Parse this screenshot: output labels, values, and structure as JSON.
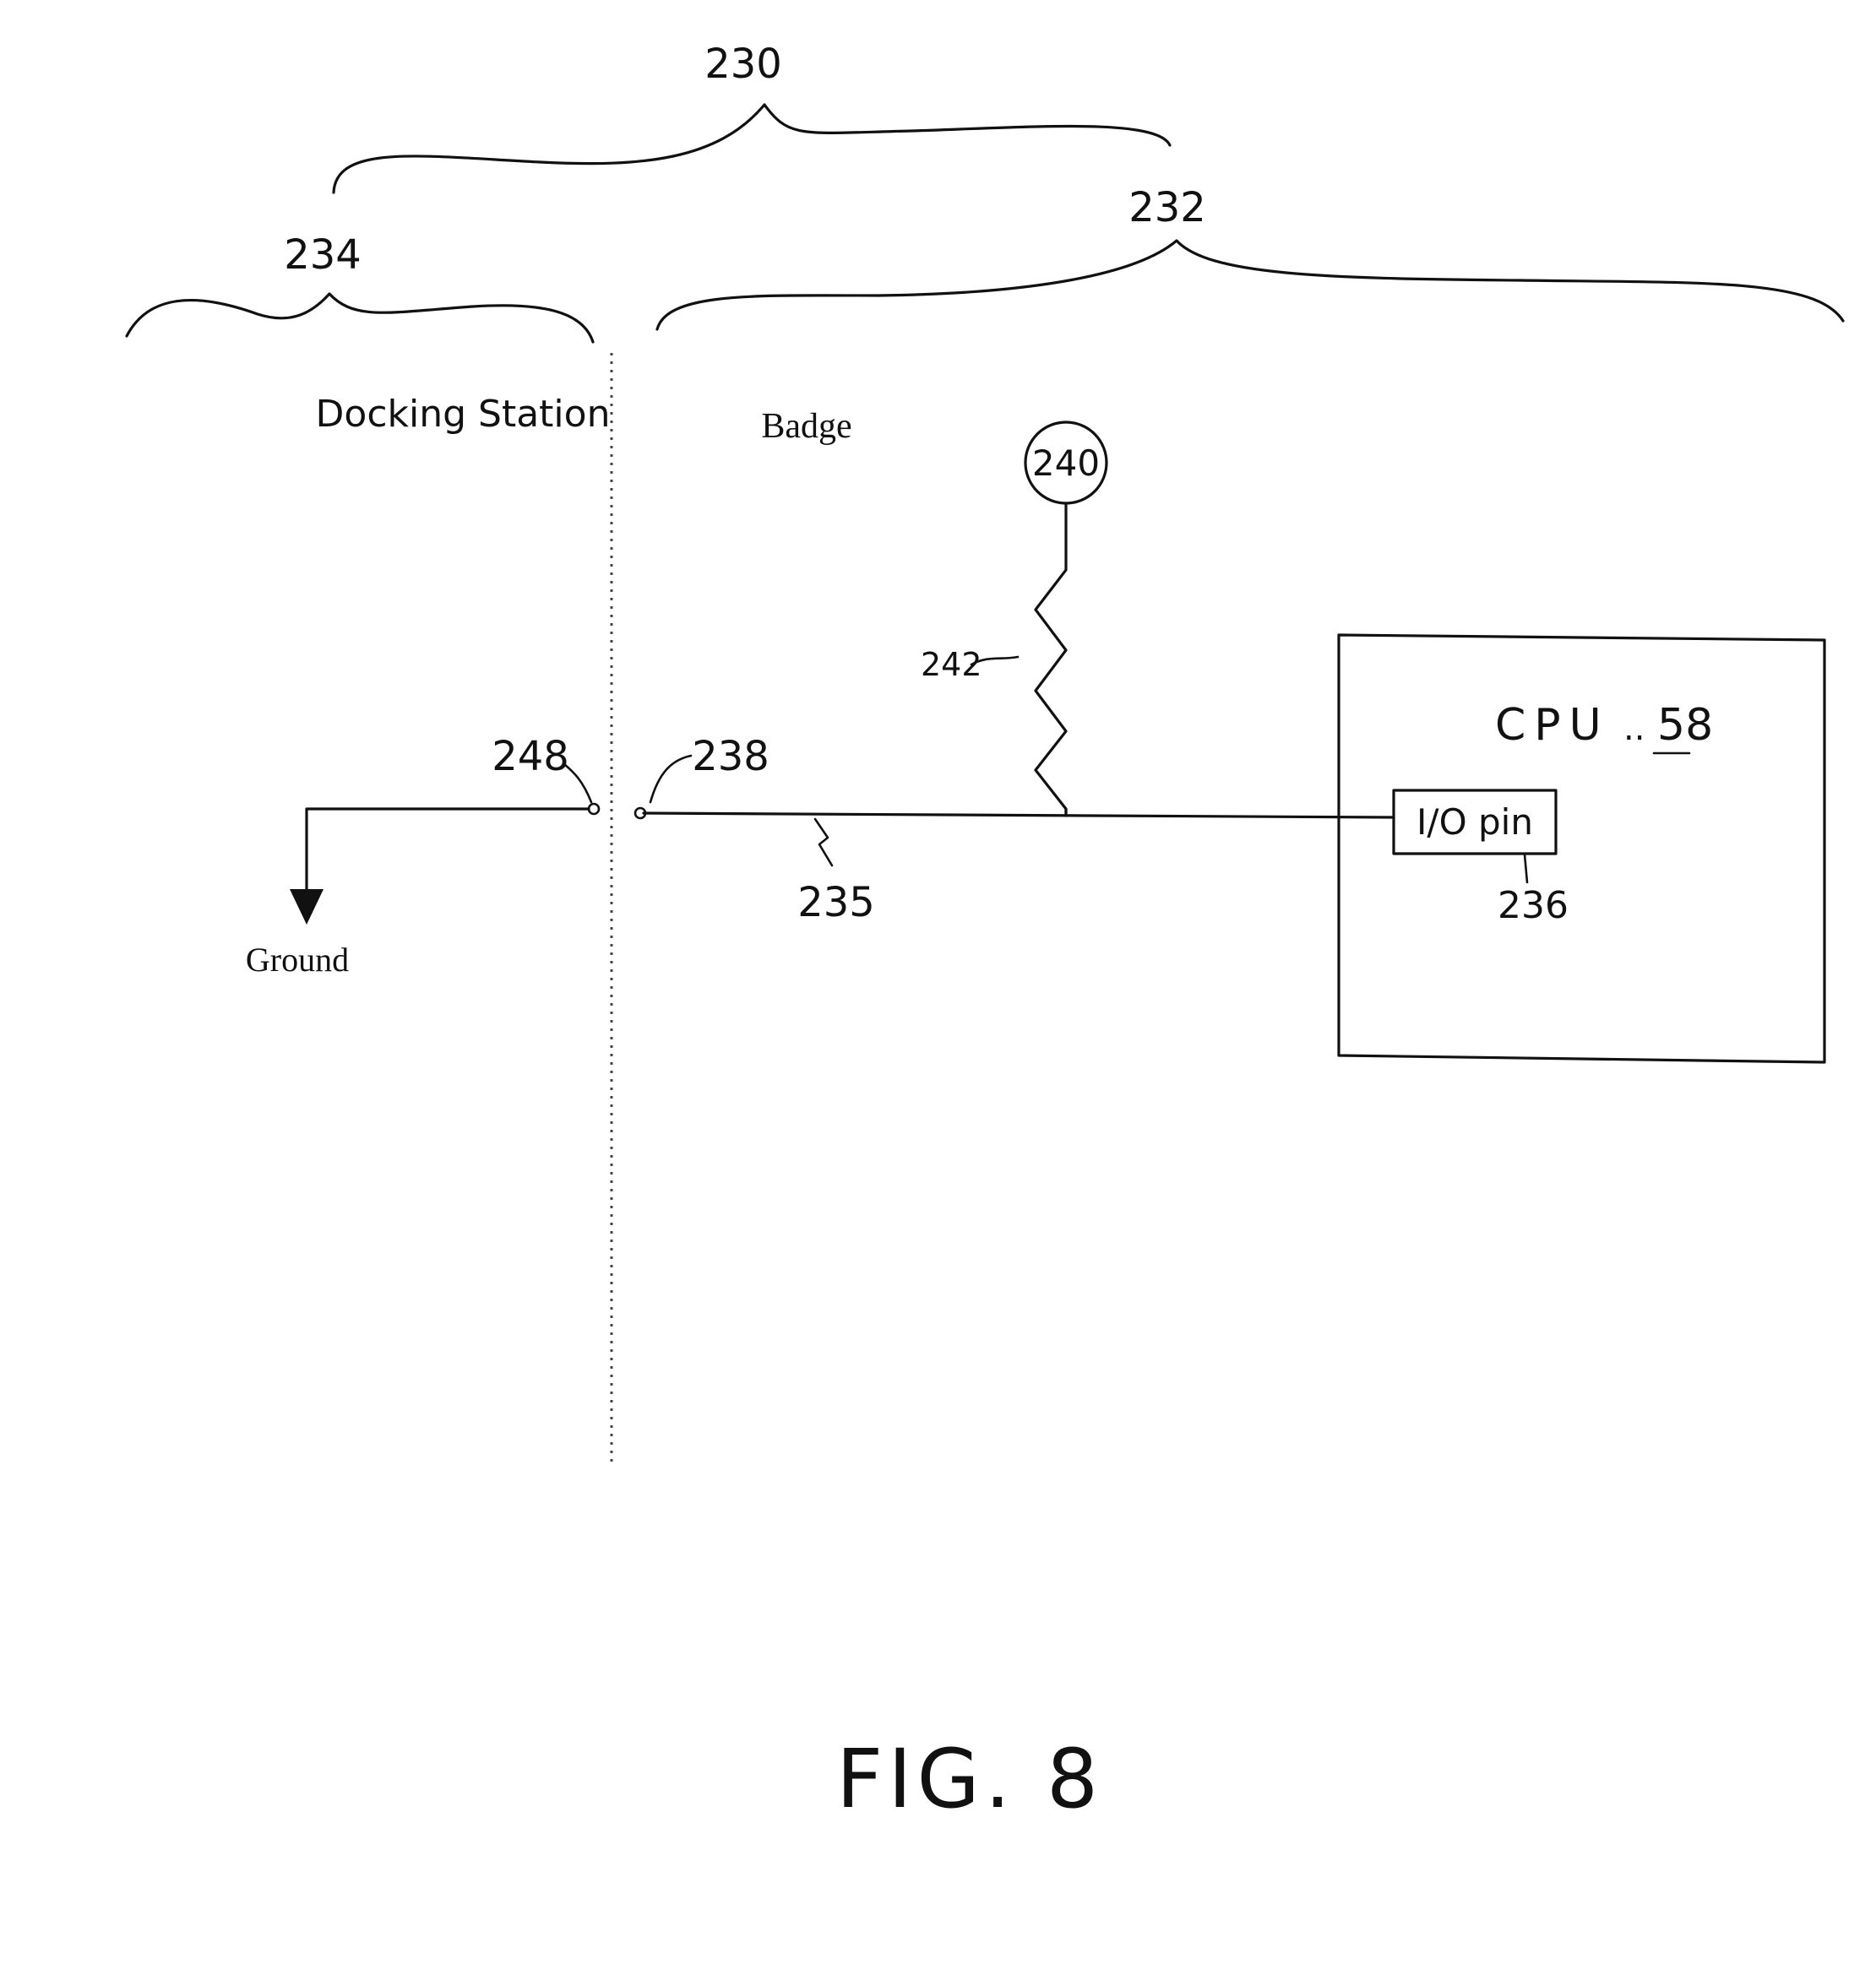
{
  "figure": {
    "caption": "FIG. 8",
    "labels": {
      "system": "230",
      "badge_region": "232",
      "docking_region": "234",
      "conductor": "235",
      "io_pin_ref": "236",
      "badge_contact": "238",
      "power_source": "240",
      "resistor": "242",
      "dock_contact": "248",
      "cpu_ref": "58"
    },
    "text": {
      "docking_station": "Docking Station",
      "badge": "Badge",
      "ground": "Ground",
      "cpu": "CPU",
      "io_pin": "I/O pin"
    }
  }
}
